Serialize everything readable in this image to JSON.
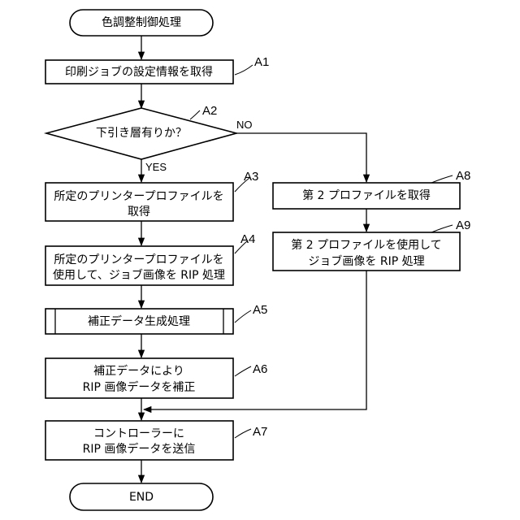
{
  "diagram": {
    "nodes": {
      "start": {
        "lines": [
          "色調整制御処理"
        ]
      },
      "a1": {
        "ref": "A1",
        "lines": [
          "印刷ジョブの設定情報を取得"
        ]
      },
      "a2": {
        "ref": "A2",
        "lines": [
          "下引き層有りか？"
        ]
      },
      "a3": {
        "ref": "A3",
        "lines": [
          "所定のプリンタープロファイルを",
          "取得"
        ]
      },
      "a4": {
        "ref": "A4",
        "lines": [
          "所定のプリンタープロファイルを",
          "使用して、ジョブ画像を RIP 処理"
        ]
      },
      "a5": {
        "ref": "A5",
        "lines": [
          "補正データ生成処理"
        ]
      },
      "a6": {
        "ref": "A6",
        "lines": [
          "補正データにより",
          "RIP 画像データを補正"
        ]
      },
      "a7": {
        "ref": "A7",
        "lines": [
          "コントローラーに",
          "RIP 画像データを送信"
        ]
      },
      "a8": {
        "ref": "A8",
        "lines": [
          "第 2 プロファイルを取得"
        ]
      },
      "a9": {
        "ref": "A9",
        "lines": [
          "第 2 プロファイルを使用して",
          "ジョブ画像を RIP 処理"
        ]
      },
      "end": {
        "lines": [
          "END"
        ]
      }
    },
    "branches": {
      "yes": "YES",
      "no": "NO"
    },
    "colors": {
      "stroke": "#000000",
      "fill": "#ffffff",
      "text": "#000000"
    }
  }
}
